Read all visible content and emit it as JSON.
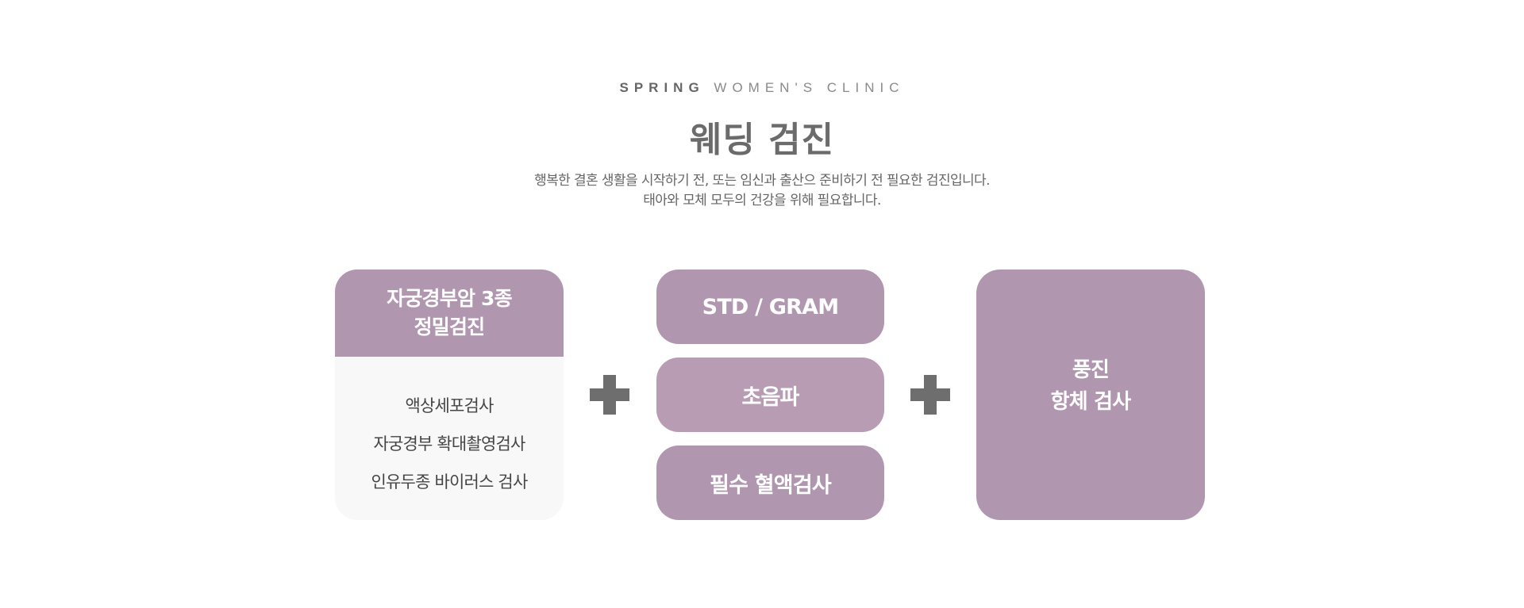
{
  "header": {
    "eyebrow_strong": "SPRING",
    "eyebrow_light": "WOMEN'S CLINIC",
    "title": "웨딩 검진",
    "description_lines": [
      "행복한 결혼 생활을 시작하기 전, 또는 임신과 출산으 준비하기 전 필요한 검진입니다.",
      "태아와 모체 모두의 건강을 위해 필요합니다."
    ]
  },
  "left_card": {
    "title_lines": [
      "자궁경부암 3종",
      "정밀검진"
    ],
    "items": [
      "액상세포검사",
      "자궁경부 확대촬영검사",
      "인유두종 바이러스 검사"
    ]
  },
  "connectors": [
    "plus-icon",
    "plus-icon"
  ],
  "middle_column": {
    "items": [
      {
        "label": "STD / GRAM"
      },
      {
        "label": "초음파"
      },
      {
        "label": "필수 혈액검사"
      }
    ]
  },
  "right_card": {
    "lines": [
      "풍진",
      "항체 검사"
    ]
  },
  "colors": {
    "accent": "#b096ae",
    "accent_alt": "#b79cb4",
    "card_body": "#f8f8f8",
    "plus": "#6e6e6e",
    "text": "#666666"
  }
}
